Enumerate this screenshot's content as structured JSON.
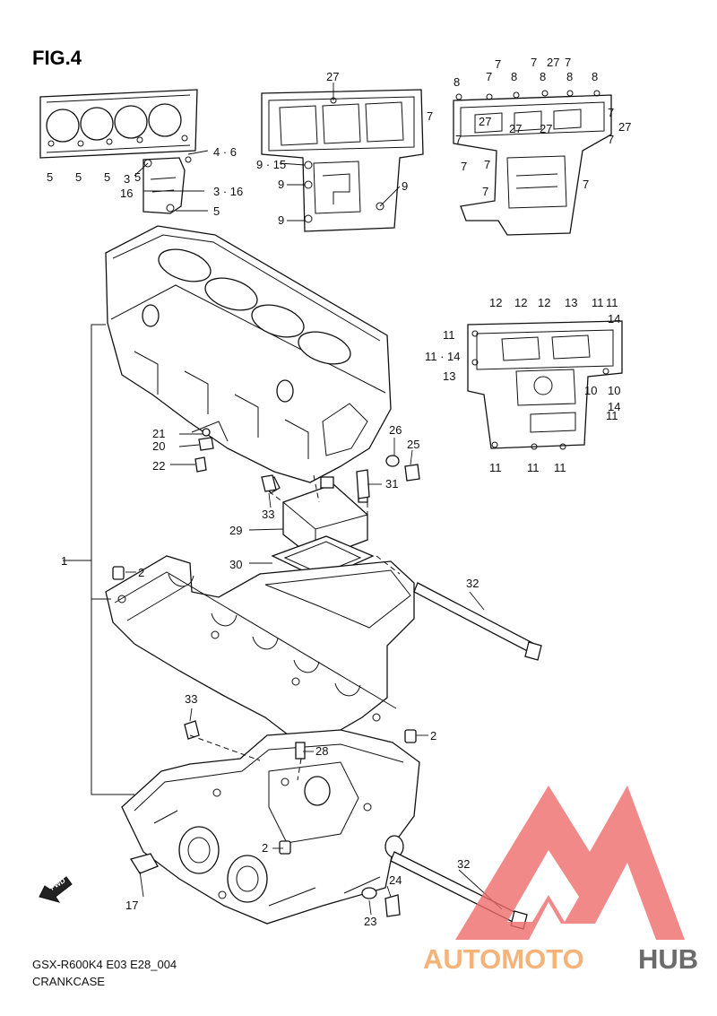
{
  "figure": {
    "title": "FIG.4"
  },
  "caption": {
    "model_code": "GSX-R600K4 E03 E28_004",
    "name": "CRANKCASE"
  },
  "watermark": {
    "text_a": "AUTOMOTO",
    "text_b": "HUB",
    "color_a": "#f5b37a",
    "color_b": "#6b6b6b",
    "logo_color": "#ef6b6b"
  },
  "fwd_arrow": {
    "label": "FWD"
  },
  "colors": {
    "line": "#111111",
    "background": "#ffffff"
  },
  "part_labels": [
    "1",
    "2",
    "2",
    "2",
    "3",
    "3 · 16",
    "4 · 6",
    "5",
    "5",
    "5",
    "5",
    "5",
    "7",
    "7",
    "7",
    "7",
    "7",
    "7",
    "7",
    "7",
    "7",
    "7",
    "7",
    "7",
    "8",
    "8",
    "8",
    "8",
    "8",
    "9 · 15",
    "9",
    "9",
    "9",
    "10",
    "10",
    "11",
    "11",
    "11 · 14",
    "11",
    "11",
    "11",
    "11",
    "11",
    "12",
    "12",
    "12",
    "13",
    "13",
    "14",
    "14",
    "16",
    "17",
    "20",
    "21",
    "22",
    "23",
    "24",
    "25",
    "26",
    "27",
    "27",
    "27",
    "27",
    "27",
    "27",
    "28",
    "29",
    "30",
    "31",
    "32",
    "32",
    "33",
    "33"
  ]
}
